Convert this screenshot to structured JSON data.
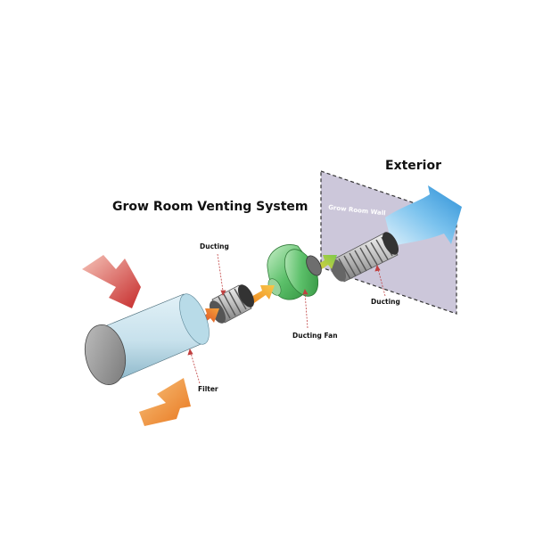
{
  "diagram": {
    "title": "Grow Room Venting System",
    "exterior_label": "Exterior",
    "wall_label": "Grow Room Wall",
    "components": {
      "ducting_left": "Ducting",
      "ducting_right": "Ducting",
      "fan": "Ducting Fan",
      "filter": "Filter"
    },
    "colors": {
      "wall": "#b9b2c9",
      "filter": "#c9e3ee",
      "fan": "#5cc06a",
      "exhaust": "#4aa6e0",
      "intake_top": "#c62b2b",
      "intake_bottom": "#f39a2e",
      "flow": "#f28c28"
    }
  }
}
